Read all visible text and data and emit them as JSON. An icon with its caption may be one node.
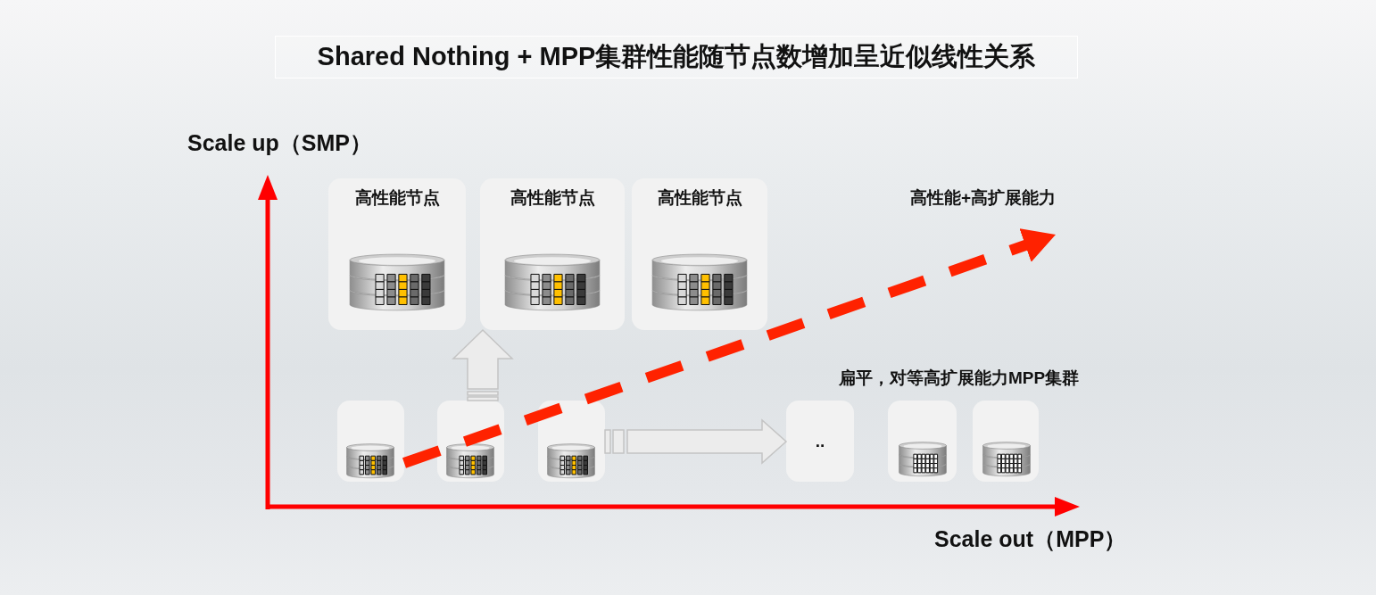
{
  "diagram": {
    "title": "Shared Nothing + MPP集群性能随节点数增加呈近似线性关系",
    "nodes": [
      {
        "text": [
          "高性能节点"
        ]
      },
      {
        "text": [
          "高性能节点"
        ]
      },
      {
        "text": [
          "高性能节点"
        ]
      },
      {
        "text": [],
        "shape": "picture"
      },
      {
        "text": [],
        "shape": "picture"
      },
      {
        "text": [],
        "shape": "picture"
      },
      {
        "text": [
          ".."
        ]
      },
      {
        "text": [],
        "shape": "picture"
      },
      {
        "text": [],
        "shape": "picture"
      }
    ],
    "edges": [
      {
        "from": 3,
        "to": null,
        "arrow": "to",
        "style": "dashed",
        "color": "#ff2200"
      },
      {
        "from": 4,
        "to": 1,
        "arrow": "to"
      },
      {
        "from": 5,
        "to": 6,
        "arrow": "to"
      }
    ],
    "labels": [
      "Scale up（SMP）",
      "高性能+高扩展能力",
      "扁平，对等高扩展能力MPP集群",
      "Scale out（MPP）"
    ]
  }
}
